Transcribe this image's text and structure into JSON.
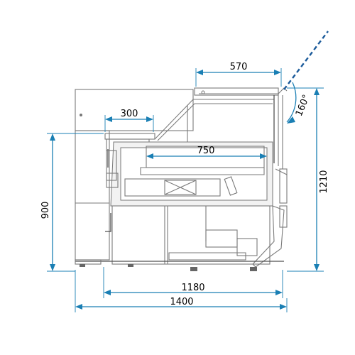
{
  "diagram": {
    "dimensions": {
      "glass_depth": "570",
      "shelf_depth": "300",
      "display_depth": "750",
      "counter_height": "900",
      "total_height": "1210",
      "inner_width": "1180",
      "total_width": "1400",
      "glass_angle": "160°"
    },
    "colors": {
      "dimension_line": "#1a7fb4",
      "outline": "#7a7a7a",
      "background": "#ffffff"
    }
  }
}
